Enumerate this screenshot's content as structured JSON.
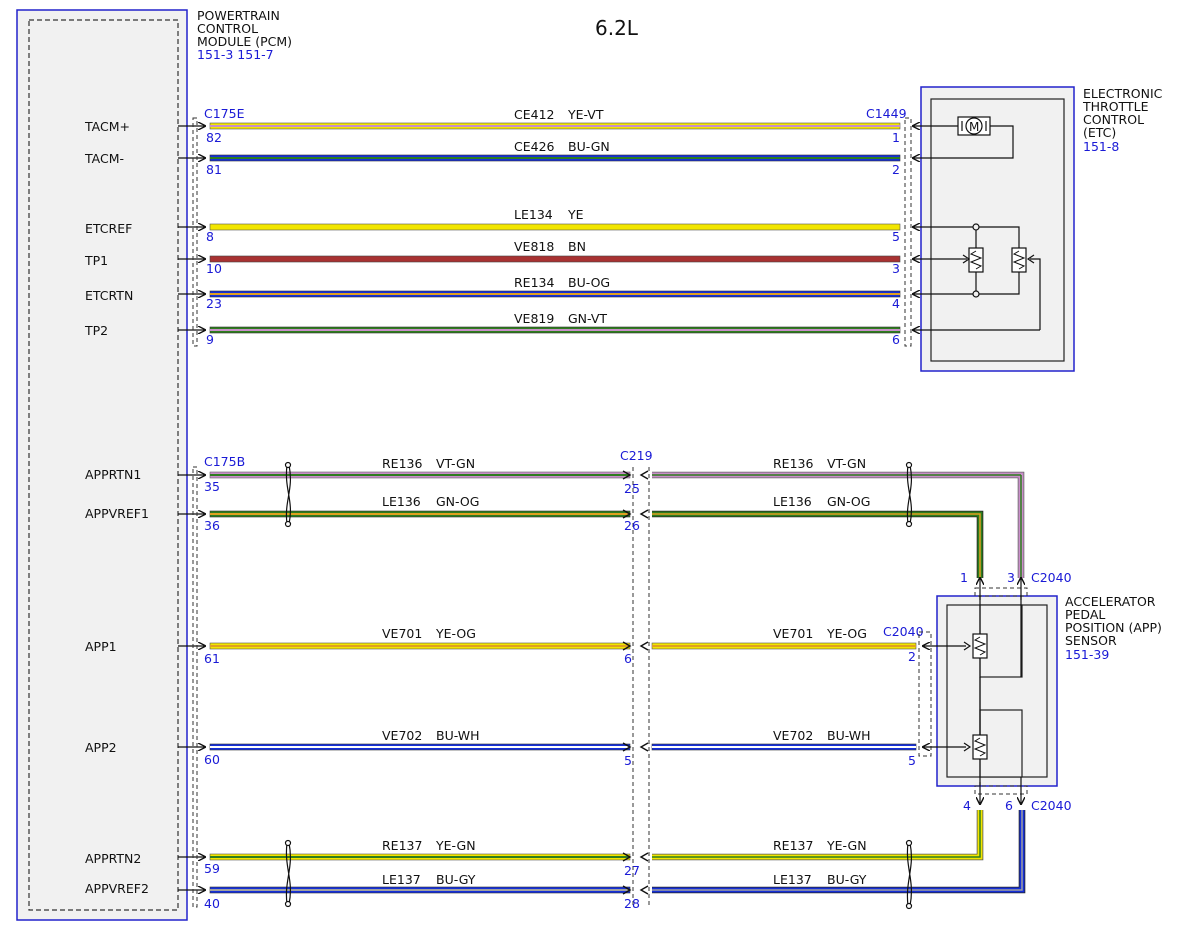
{
  "title": "6.2L",
  "pcm": {
    "name_lines": [
      "POWERTRAIN",
      "CONTROL",
      "MODULE (PCM)"
    ],
    "refs": "151-3 151-7",
    "pins": [
      "TACM+",
      "TACM-",
      "ETCREF",
      "TP1",
      "ETCRTN",
      "TP2",
      "APPRTN1",
      "APPVREF1",
      "APP1",
      "APP2",
      "APPRTN2",
      "APPVREF2"
    ]
  },
  "etc": {
    "name_lines": [
      "ELECTRONIC",
      "THROTTLE",
      "CONTROL",
      "(ETC)"
    ],
    "ref": "151-8",
    "motor_label": "M"
  },
  "app": {
    "name_lines": [
      "ACCELERATOR",
      "PEDAL",
      "POSITION (APP)",
      "SENSOR"
    ],
    "ref": "151-39"
  },
  "connectors": {
    "c175e": "C175E",
    "c1449": "C1449",
    "c175b": "C175B",
    "c219": "C219",
    "c2040": "C2040"
  },
  "etc_circuits": [
    {
      "circuit": "CE412",
      "color": "YE-VT",
      "pcm_pin": "82",
      "etc_pin": "1"
    },
    {
      "circuit": "CE426",
      "color": "BU-GN",
      "pcm_pin": "81",
      "etc_pin": "2"
    },
    {
      "circuit": "LE134",
      "color": "YE",
      "pcm_pin": "8",
      "etc_pin": "5"
    },
    {
      "circuit": "VE818",
      "color": "BN",
      "pcm_pin": "10",
      "etc_pin": "3"
    },
    {
      "circuit": "RE134",
      "color": "BU-OG",
      "pcm_pin": "23",
      "etc_pin": "4"
    },
    {
      "circuit": "VE819",
      "color": "GN-VT",
      "pcm_pin": "9",
      "etc_pin": "6"
    }
  ],
  "app_circuits": [
    {
      "circuit": "RE136",
      "color": "VT-GN",
      "pcm_pin": "35",
      "c219_pin": "25",
      "app_pin": "3"
    },
    {
      "circuit": "LE136",
      "color": "GN-OG",
      "pcm_pin": "36",
      "c219_pin": "26",
      "app_pin": "1"
    },
    {
      "circuit": "VE701",
      "color": "YE-OG",
      "pcm_pin": "61",
      "c219_pin": "6",
      "app_pin": "2"
    },
    {
      "circuit": "VE702",
      "color": "BU-WH",
      "pcm_pin": "60",
      "c219_pin": "5",
      "app_pin": "5"
    },
    {
      "circuit": "RE137",
      "color": "YE-GN",
      "pcm_pin": "59",
      "c219_pin": "27",
      "app_pin": "4"
    },
    {
      "circuit": "LE137",
      "color": "BU-GY",
      "pcm_pin": "40",
      "c219_pin": "28",
      "app_pin": "6"
    }
  ],
  "wire_colors": {
    "YE": "#f2e600",
    "VT": "#c98fc9",
    "BU": "#1630d8",
    "GN": "#2e7d1e",
    "BN": "#a83232",
    "OG": "#e0a020",
    "WH": "#ffffff",
    "GY": "#a0a0a0",
    "line": "#333333",
    "module_border": "#2222cc",
    "module_fill": "#f1f1f1"
  }
}
